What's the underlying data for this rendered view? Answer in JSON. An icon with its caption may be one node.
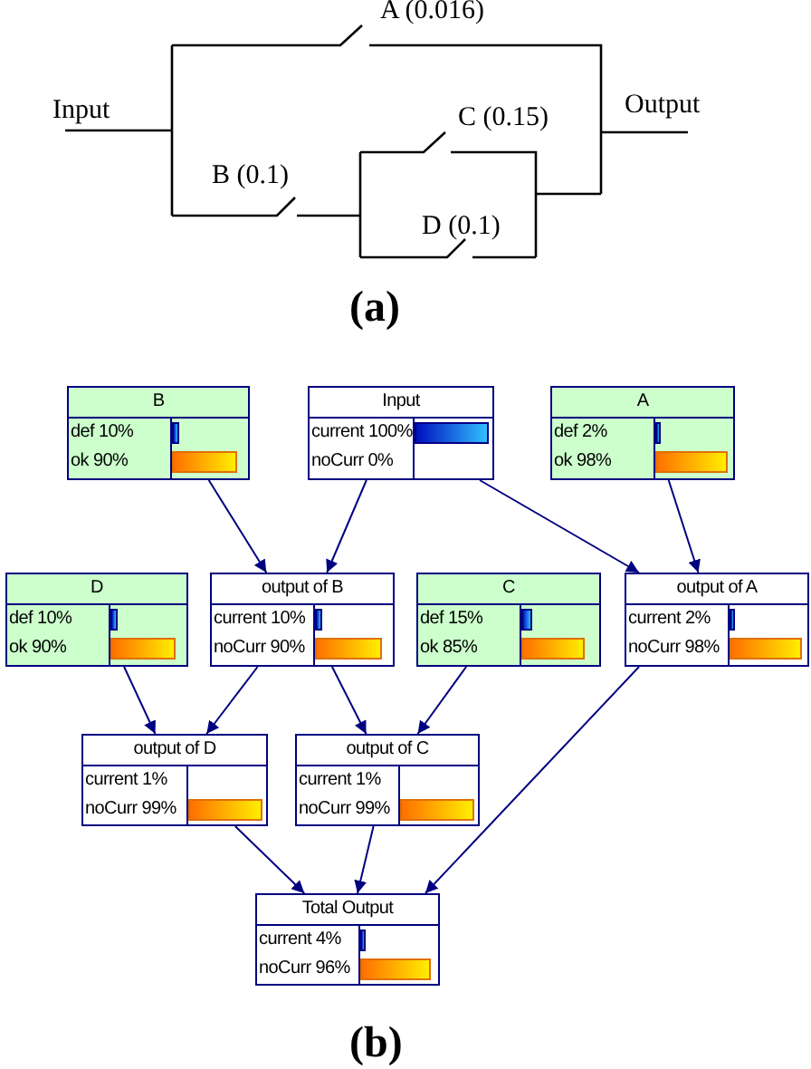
{
  "diagram": {
    "nodes": [
      {
        "text": [
          "B",
          "def 10%",
          "ok 90%"
        ]
      },
      {
        "text": [
          "Input",
          "current 100%",
          "noCurr 0%"
        ]
      },
      {
        "text": [
          "A",
          "def 2%",
          "ok 98%"
        ]
      },
      {
        "text": [
          "D",
          "def 10%",
          "ok 90%"
        ]
      },
      {
        "text": [
          "output of B",
          "current 10%",
          "noCurr 90%"
        ]
      },
      {
        "text": [
          "C",
          "def 15%",
          "ok 85%"
        ]
      },
      {
        "text": [
          "output of A",
          "current 2%",
          "noCurr 98%"
        ]
      },
      {
        "text": [
          "output of D",
          "current 1%",
          "noCurr 99%"
        ]
      },
      {
        "text": [
          "output of C",
          "current 1%",
          "noCurr 99%"
        ]
      },
      {
        "text": [
          "Total Output",
          "current 4%",
          "noCurr 96%"
        ]
      }
    ],
    "edges": [
      {
        "from": 0,
        "to": 4,
        "arrow": "to"
      },
      {
        "from": 1,
        "to": 4,
        "arrow": "to"
      },
      {
        "from": 1,
        "to": 6,
        "arrow": "to"
      },
      {
        "from": 2,
        "to": 6,
        "arrow": "to"
      },
      {
        "from": 3,
        "to": 7,
        "arrow": "to"
      },
      {
        "from": 4,
        "to": 7,
        "arrow": "to"
      },
      {
        "from": 4,
        "to": 8,
        "arrow": "to"
      },
      {
        "from": 5,
        "to": 8,
        "arrow": "to"
      },
      {
        "from": 7,
        "to": 9,
        "arrow": "to"
      },
      {
        "from": 8,
        "to": 9,
        "arrow": "to"
      },
      {
        "from": 6,
        "to": 9,
        "arrow": "to"
      }
    ],
    "labels": [
      "A (0.016)",
      "Input",
      "Output",
      "C (0.15)",
      "B (0.1)",
      "D (0.1)",
      "(a)",
      "(b)"
    ]
  }
}
